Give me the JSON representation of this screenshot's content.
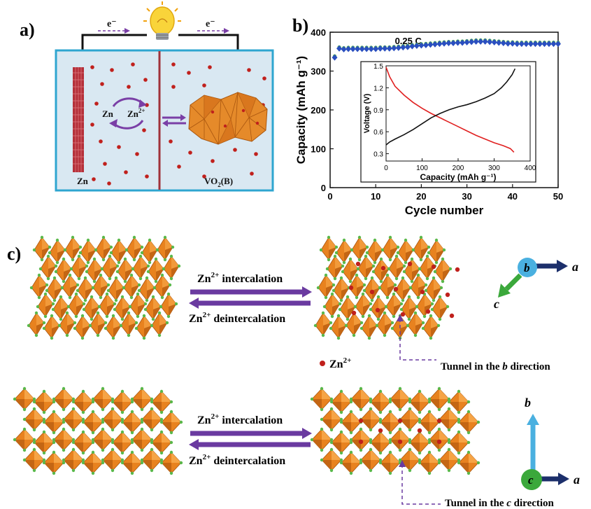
{
  "panels": {
    "a": "a)",
    "b": "b)",
    "c": "c)"
  },
  "cell": {
    "electron_left": "e⁻",
    "electron_right": "e⁻",
    "zn_label": "Zn",
    "zn2_label": "Zn",
    "zn2_sup": "2+",
    "anode_label": "Zn",
    "cathode_label_main": "VO",
    "cathode_label_sub": "2",
    "cathode_label_tail": "(B)",
    "colors": {
      "electrolyte": "#d9e8f2",
      "border": "#2fa6d0",
      "ion": "#c0201c",
      "anode": "#b5303a",
      "crystal": "#e07b1c",
      "arrow": "#7a3fa6"
    }
  },
  "chart_data": [
    {
      "type": "scatter",
      "title": "0.25 C",
      "xlabel": "Cycle number",
      "ylabel": "Capacity (mAh g⁻¹)",
      "xlim": [
        0,
        50
      ],
      "ylim": [
        0,
        400
      ],
      "xticks": [
        0,
        10,
        20,
        30,
        40,
        50
      ],
      "yticks": [
        0,
        100,
        200,
        300,
        400
      ],
      "series": [
        {
          "color": "#2a4fbf",
          "marker": "diamond",
          "x": [
            1,
            2,
            3,
            4,
            5,
            6,
            7,
            8,
            9,
            10,
            11,
            12,
            13,
            14,
            15,
            16,
            17,
            18,
            19,
            20,
            21,
            22,
            23,
            24,
            25,
            26,
            27,
            28,
            29,
            30,
            31,
            32,
            33,
            34,
            35,
            36,
            37,
            38,
            39,
            40,
            41,
            42,
            43,
            44,
            45,
            46,
            47,
            48,
            49,
            50
          ],
          "values": [
            335,
            358,
            356,
            357,
            357,
            357,
            357,
            357,
            357,
            357,
            358,
            358,
            358,
            359,
            360,
            361,
            362,
            364,
            365,
            366,
            367,
            368,
            369,
            370,
            371,
            372,
            372,
            373,
            373,
            374,
            375,
            376,
            376,
            376,
            375,
            374,
            373,
            372,
            371,
            371,
            370,
            370,
            370,
            370,
            370,
            370,
            370,
            370,
            370,
            370
          ]
        }
      ],
      "grid": false
    },
    {
      "type": "line",
      "xlabel": "Capacity (mAh g⁻¹)",
      "ylabel": "Voltage (V)",
      "xlim": [
        0,
        400
      ],
      "ylim": [
        0.2,
        1.5
      ],
      "xticks": [
        0,
        100,
        200,
        300,
        400
      ],
      "yticks": [
        0.3,
        0.6,
        0.9,
        1.2,
        1.5
      ],
      "series": [
        {
          "color": "#e02020",
          "x": [
            0,
            10,
            25,
            50,
            75,
            100,
            125,
            150,
            175,
            200,
            225,
            250,
            275,
            300,
            325,
            345,
            355
          ],
          "values": [
            1.48,
            1.35,
            1.22,
            1.1,
            1.0,
            0.92,
            0.85,
            0.79,
            0.73,
            0.67,
            0.61,
            0.55,
            0.5,
            0.45,
            0.41,
            0.37,
            0.32
          ]
        },
        {
          "color": "#111111",
          "x": [
            0,
            10,
            25,
            50,
            75,
            100,
            125,
            150,
            175,
            200,
            225,
            250,
            275,
            300,
            320,
            335,
            350,
            358
          ],
          "values": [
            0.42,
            0.46,
            0.5,
            0.56,
            0.63,
            0.71,
            0.79,
            0.85,
            0.9,
            0.94,
            0.97,
            1.01,
            1.06,
            1.12,
            1.2,
            1.28,
            1.38,
            1.46
          ]
        }
      ],
      "grid": false
    }
  ],
  "structures": {
    "intercalation": "intercalation",
    "deintercalation": "deintercalation",
    "zn_prefix": "Zn",
    "zn_sup": "2+",
    "legend_ion": "Zn",
    "legend_sup": "2+",
    "tunnel_b_prefix": "Tunnel in the ",
    "tunnel_b_axis": "b",
    "tunnel_b_suffix": " direction",
    "tunnel_c_prefix": "Tunnel in the ",
    "tunnel_c_axis": "c",
    "tunnel_c_suffix": " direction",
    "axis_top": {
      "center": "b",
      "right": "a",
      "down": "c"
    },
    "axis_bottom": {
      "center": "c",
      "right": "a",
      "up": "b"
    },
    "colors": {
      "octahedron": "#e8821f",
      "octahedron_dark": "#a9560f",
      "vertex": "#5ab84a",
      "ion": "#c0201c",
      "arrow": "#6a3aa0",
      "axis_a": "#1c2f6b",
      "axis_b": "#4ab0e0",
      "axis_c": "#3ba83b"
    }
  }
}
